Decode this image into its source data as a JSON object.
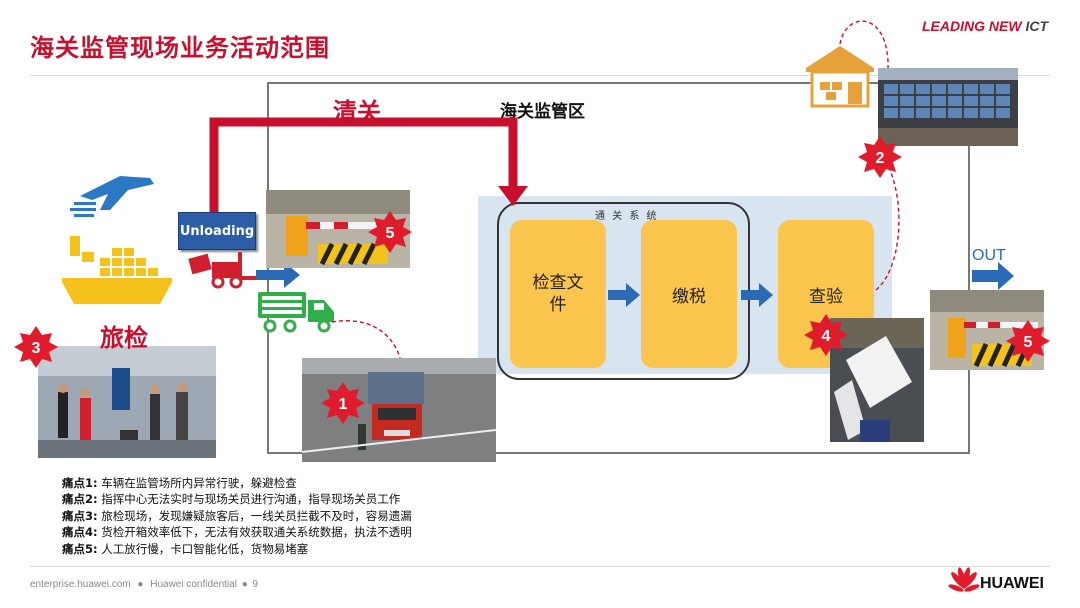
{
  "header": {
    "title": "海关监管现场业务活动范围",
    "brand_leading": "LEADING",
    "brand_new": "NEW",
    "brand_ict": "ICT"
  },
  "diagram": {
    "zone_label": "海关监管区",
    "clearance_label": "清关",
    "system_label": "通 关 系 统",
    "steps": [
      "检查文件",
      "缴税",
      "查验"
    ],
    "unloading_label": "Unloading",
    "travel_check_label": "旅检",
    "out_label": "OUT",
    "markers": [
      "1",
      "2",
      "3",
      "4",
      "5",
      "5"
    ]
  },
  "pain_points": [
    {
      "key": "痛点1:",
      "text": "车辆在监管场所内异常行驶，躲避检查"
    },
    {
      "key": "痛点2:",
      "text": "指挥中心无法实时与现场关员进行沟通，指导现场关员工作"
    },
    {
      "key": "痛点3:",
      "text": "旅检现场，发现嫌疑旅客后，一线关员拦截不及时，容易遗漏"
    },
    {
      "key": "痛点4:",
      "text": "货检开箱效率低下，无法有效获取通关系统数据，执法不透明"
    },
    {
      "key": "痛点5:",
      "text": "人工放行慢，卡口智能化低，货物易堵塞"
    }
  ],
  "footer": {
    "site": "enterprise.huawei.com",
    "confidential": "Huawei confidential",
    "page": "9",
    "logo_text": "HUAWEI"
  },
  "colors": {
    "accent_red": "#c8102e",
    "arrow_blue": "#2b6ab5",
    "box_yellow": "#fcc54d",
    "system_bg": "#d9e4f1"
  }
}
